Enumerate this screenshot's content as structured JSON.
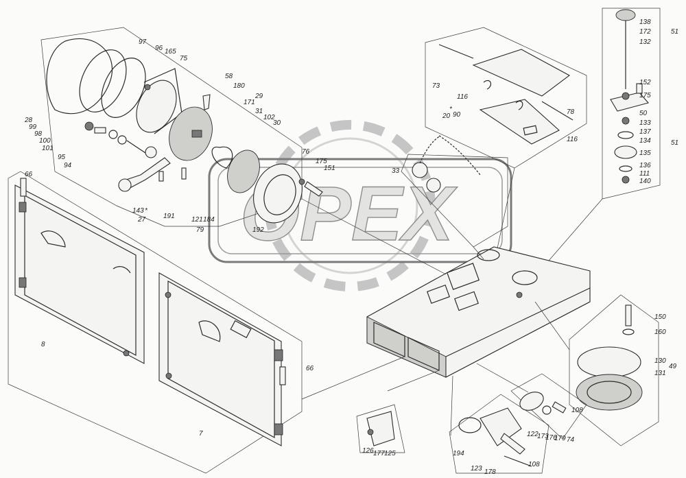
{
  "watermark": {
    "text": "OPEX"
  },
  "labels": [
    {
      "id": "l97",
      "text": "97"
    },
    {
      "id": "l96",
      "text": "96"
    },
    {
      "id": "l165",
      "text": "165"
    },
    {
      "id": "l75",
      "text": "75"
    },
    {
      "id": "l28",
      "text": "28"
    },
    {
      "id": "l99",
      "text": "99"
    },
    {
      "id": "l98",
      "text": "98"
    },
    {
      "id": "l100",
      "text": "100"
    },
    {
      "id": "l101",
      "text": "101"
    },
    {
      "id": "l95",
      "text": "95"
    },
    {
      "id": "l94",
      "text": "94"
    },
    {
      "id": "l143",
      "text": "143"
    },
    {
      "id": "lstar1",
      "text": "*"
    },
    {
      "id": "l27",
      "text": "27"
    },
    {
      "id": "l191",
      "text": "191"
    },
    {
      "id": "l121",
      "text": "121"
    },
    {
      "id": "l184",
      "text": "184"
    },
    {
      "id": "l79",
      "text": "79"
    },
    {
      "id": "l192",
      "text": "192"
    },
    {
      "id": "l58",
      "text": "58"
    },
    {
      "id": "l180",
      "text": "180"
    },
    {
      "id": "l29",
      "text": "29"
    },
    {
      "id": "l171",
      "text": "171"
    },
    {
      "id": "l31",
      "text": "31"
    },
    {
      "id": "l102",
      "text": "102"
    },
    {
      "id": "l30",
      "text": "30"
    },
    {
      "id": "l76",
      "text": "76"
    },
    {
      "id": "l175a",
      "text": "175"
    },
    {
      "id": "l151",
      "text": "151"
    },
    {
      "id": "l33",
      "text": "33"
    },
    {
      "id": "l73",
      "text": "73"
    },
    {
      "id": "l116a",
      "text": "116"
    },
    {
      "id": "l20",
      "text": "20"
    },
    {
      "id": "lstar2",
      "text": "*"
    },
    {
      "id": "l90",
      "text": "90"
    },
    {
      "id": "l78",
      "text": "78"
    },
    {
      "id": "l116b",
      "text": "116"
    },
    {
      "id": "l66a",
      "text": "66"
    },
    {
      "id": "l66b",
      "text": "66"
    },
    {
      "id": "l8",
      "text": "8"
    },
    {
      "id": "l7",
      "text": "7"
    },
    {
      "id": "l138",
      "text": "138"
    },
    {
      "id": "l172",
      "text": "172"
    },
    {
      "id": "l51a",
      "text": "51"
    },
    {
      "id": "l132",
      "text": "132"
    },
    {
      "id": "l152",
      "text": "152"
    },
    {
      "id": "l175b",
      "text": "175"
    },
    {
      "id": "l50",
      "text": "50"
    },
    {
      "id": "l133",
      "text": "133"
    },
    {
      "id": "l137",
      "text": "137"
    },
    {
      "id": "l134",
      "text": "134"
    },
    {
      "id": "l135",
      "text": "135"
    },
    {
      "id": "l51b",
      "text": "51"
    },
    {
      "id": "l136",
      "text": "136"
    },
    {
      "id": "l111",
      "text": "111"
    },
    {
      "id": "l140",
      "text": "140"
    },
    {
      "id": "l150",
      "text": "150"
    },
    {
      "id": "l160",
      "text": "160"
    },
    {
      "id": "l130",
      "text": "130"
    },
    {
      "id": "l49",
      "text": "49"
    },
    {
      "id": "l131",
      "text": "131"
    },
    {
      "id": "l108a",
      "text": "108"
    },
    {
      "id": "l122",
      "text": "122"
    },
    {
      "id": "l173",
      "text": "173"
    },
    {
      "id": "l176",
      "text": "176"
    },
    {
      "id": "l179",
      "text": "179"
    },
    {
      "id": "l74",
      "text": "74"
    },
    {
      "id": "l194",
      "text": "194"
    },
    {
      "id": "l123",
      "text": "123"
    },
    {
      "id": "l178",
      "text": "178"
    },
    {
      "id": "l108b",
      "text": "108"
    },
    {
      "id": "l126",
      "text": "126"
    },
    {
      "id": "l177",
      "text": "177"
    },
    {
      "id": "l125",
      "text": "125"
    }
  ]
}
